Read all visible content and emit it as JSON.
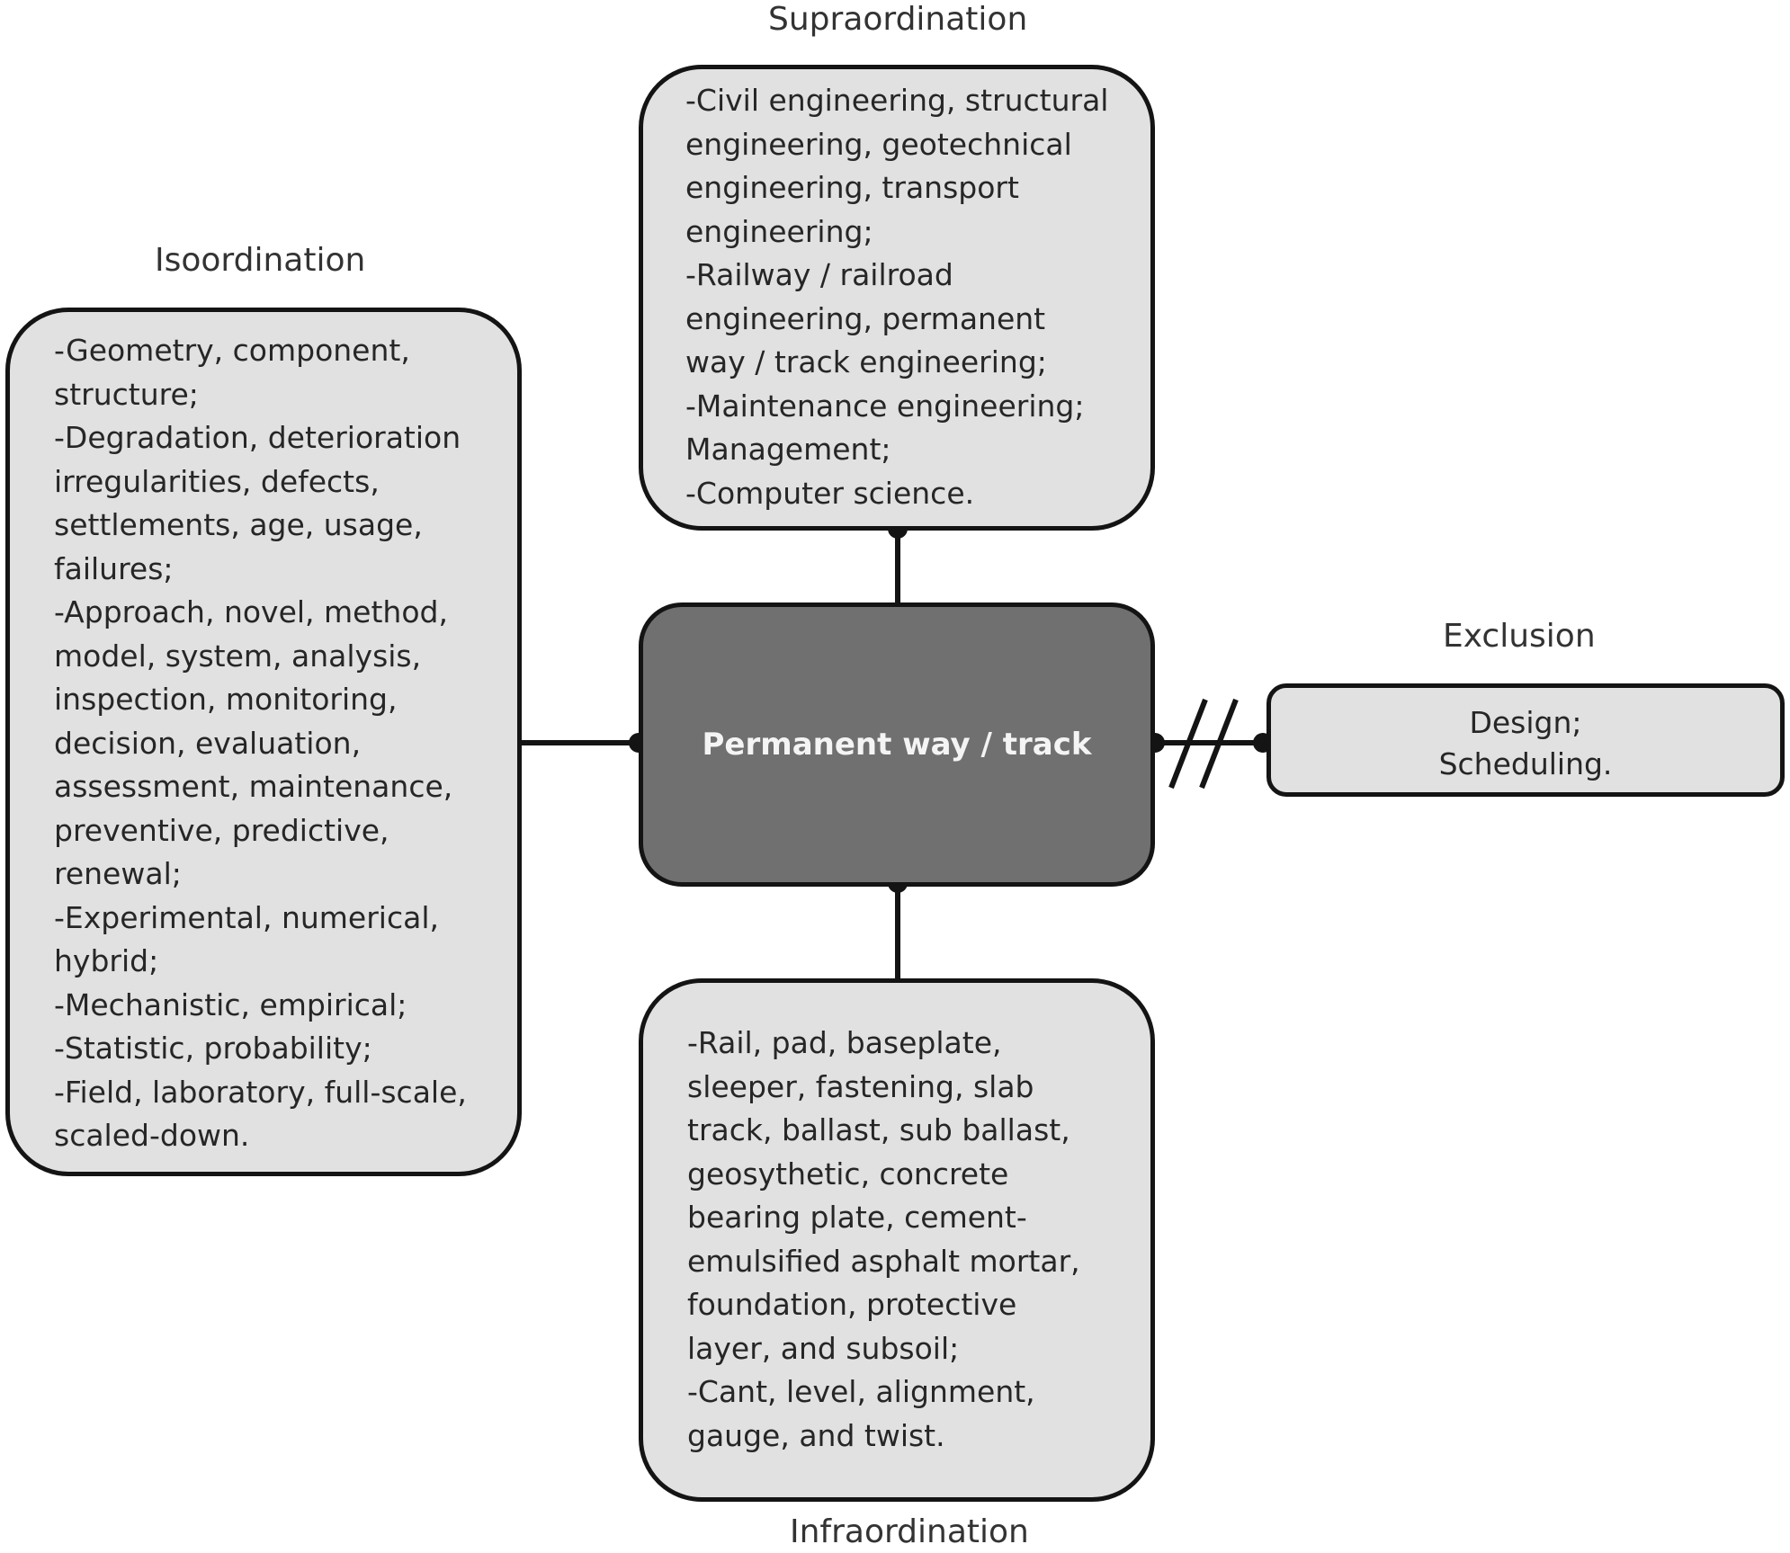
{
  "center": {
    "label": "Permanent way / track"
  },
  "supraordination": {
    "heading": "Supraordination",
    "lines": [
      "-Civil engineering, structural",
      "engineering, geotechnical",
      "engineering, transport",
      "engineering;",
      "-Railway / railroad",
      "engineering, permanent",
      "way / track engineering;",
      "-Maintenance engineering;",
      "Management;",
      "-Computer science."
    ]
  },
  "isoordination": {
    "heading": "Isoordination",
    "lines": [
      "-Geometry, component,",
      "structure;",
      "-Degradation, deterioration",
      "irregularities, defects,",
      "settlements, age, usage,",
      "failures;",
      "-Approach, novel, method,",
      "model, system, analysis,",
      "inspection, monitoring,",
      "decision, evaluation,",
      "assessment, maintenance,",
      "preventive, predictive,",
      "renewal;",
      "-Experimental, numerical,",
      "hybrid;",
      "-Mechanistic, empirical;",
      "-Statistic, probability;",
      "-Field, laboratory, full-scale,",
      "scaled-down."
    ]
  },
  "exclusion": {
    "heading": "Exclusion",
    "lines": [
      "Design;",
      "Scheduling."
    ]
  },
  "infraordination": {
    "heading": "Infraordination",
    "lines": [
      "-Rail, pad, baseplate,",
      "sleeper, fastening, slab",
      "track, ballast, sub ballast,",
      "geosythetic, concrete",
      "bearing plate, cement-",
      "emulsified asphalt mortar,",
      "foundation, protective",
      "layer, and subsoil;",
      "-Cant, level, alignment,",
      "gauge, and twist."
    ]
  }
}
